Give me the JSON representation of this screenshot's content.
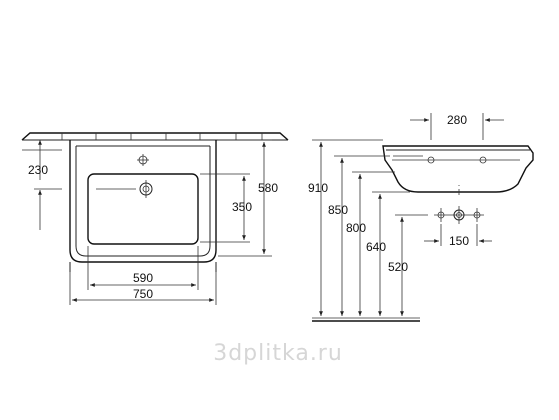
{
  "front_view": {
    "dim_230": "230",
    "dim_580": "580",
    "dim_350": "350",
    "dim_590": "590",
    "dim_750": "750"
  },
  "side_view": {
    "dim_280": "280",
    "dim_910": "910",
    "dim_850": "850",
    "dim_800": "800",
    "dim_640": "640",
    "dim_520": "520",
    "dim_150": "150"
  },
  "watermark": "3dplitka.ru"
}
